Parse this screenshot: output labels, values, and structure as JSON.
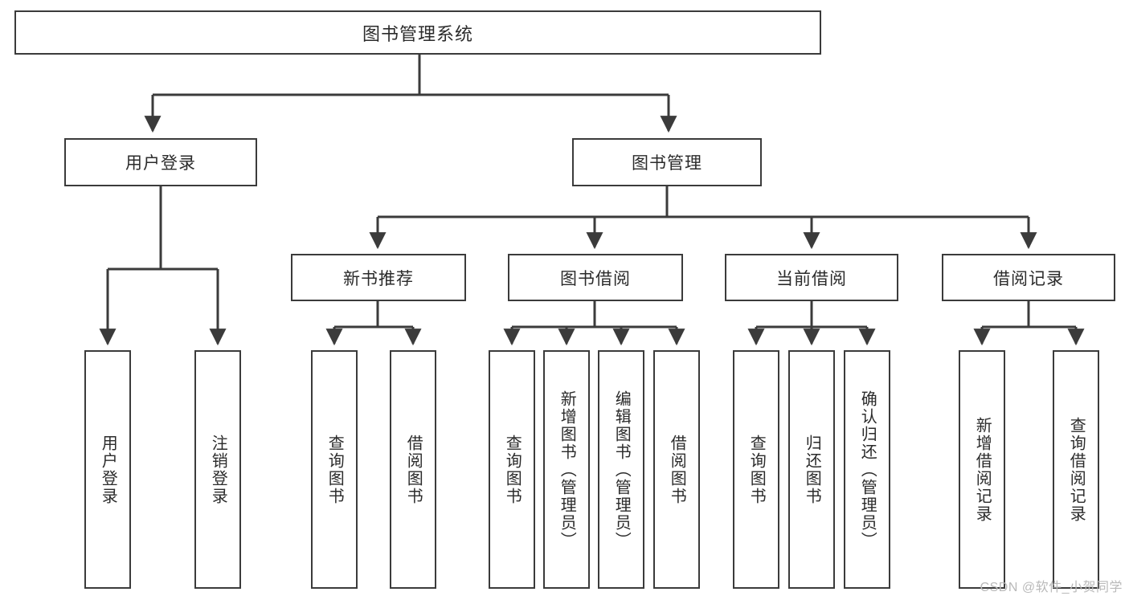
{
  "diagram": {
    "title": "图书管理系统",
    "type": "tree-hierarchy-diagram",
    "colors": {
      "stroke": "#3b3b3b",
      "fill": "#ffffff",
      "text": "#2b2b2b",
      "watermark": "#b9b9b9"
    },
    "root": {
      "label": "图书管理系统"
    },
    "level2": [
      {
        "label": "用户登录"
      },
      {
        "label": "图书管理"
      }
    ],
    "level3": [
      {
        "label": "新书推荐"
      },
      {
        "label": "图书借阅"
      },
      {
        "label": "当前借阅"
      },
      {
        "label": "借阅记录"
      }
    ],
    "leaves": {
      "user_login": [
        {
          "label": "用户登录"
        },
        {
          "label": "注销登录"
        }
      ],
      "new_book": [
        {
          "label": "查询图书"
        },
        {
          "label": "借阅图书"
        }
      ],
      "book_borrow": [
        {
          "label": "查询图书"
        },
        {
          "label": "新增图书（管理员）"
        },
        {
          "label": "编辑图书（管理员）"
        },
        {
          "label": "借阅图书"
        }
      ],
      "current_borrow": [
        {
          "label": "查询图书"
        },
        {
          "label": "归还图书"
        },
        {
          "label": "确认归还（管理员）"
        }
      ],
      "borrow_record": [
        {
          "label": "新增借阅记录"
        },
        {
          "label": "查询借阅记录"
        }
      ]
    }
  },
  "watermark": {
    "text": "CSDN @软件_小贺同学"
  }
}
